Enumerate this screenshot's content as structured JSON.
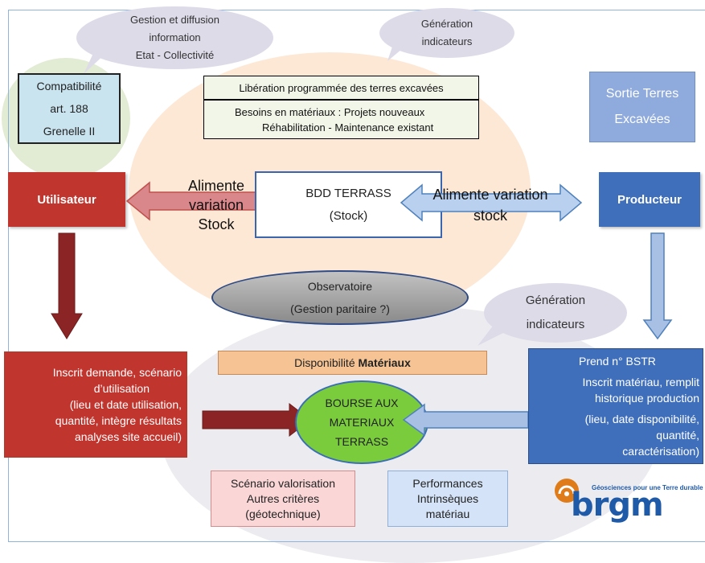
{
  "bubbles": {
    "gestion_line1": "Gestion et diffusion",
    "gestion_line2": "information",
    "gestion_line3": "Etat - Collectivité",
    "generation_top_line1": "Génération",
    "generation_top_line2": "indicateurs",
    "generation_mid_line1": "Génération",
    "generation_mid_line2": "indicateurs"
  },
  "compatibilite": {
    "line1": "Compatibilité",
    "line2": "art. 188",
    "line3": "Grenelle II"
  },
  "liberation": "Libération programmée des terres excavées",
  "besoins": {
    "line1": "Besoins en matériaux : Projets nouveaux",
    "line2": "Réhabilitation - Maintenance existant"
  },
  "sortie": {
    "line1": "Sortie Terres",
    "line2": "Excavées"
  },
  "utilisateur": "Utilisateur",
  "producteur": "Producteur",
  "bdd": {
    "line1": "BDD TERRASS",
    "line2": "(Stock)"
  },
  "alimente_left": {
    "line1": "Alimente",
    "line2": "variation",
    "line3": "Stock"
  },
  "alimente_right": {
    "line1": "Alimente variation",
    "line2": "stock"
  },
  "observatoire": {
    "line1": "Observatoire",
    "line2": "(Gestion paritaire ?)"
  },
  "disponibilite": {
    "prefix": "Disponibilité ",
    "bold": "Matériaux"
  },
  "bourse": {
    "line1": "BOURSE AUX",
    "line2": "MATERIAUX",
    "line3": "TERRASS"
  },
  "inscrit": {
    "line1": "Inscrit demande, scénario",
    "line2": "d’utilisation",
    "line3": "(lieu et date utilisation,",
    "line4": "quantité, intègre résultats",
    "line5": "analyses site accueil)"
  },
  "prend": {
    "line1": "Prend n° BSTR",
    "line2": "Inscrit matériau, remplit",
    "line3": "historique production",
    "line4": "(lieu, date disponibilité,",
    "line5": "quantité,",
    "line6": "caractérisation)"
  },
  "scenario": {
    "line1": "Scénario valorisation",
    "line2": "Autres critères",
    "line3": "(géotechnique)"
  },
  "performances": {
    "line1": "Performances",
    "line2": "Intrinsèques",
    "line3": "matériau"
  },
  "logo": {
    "tagline": "Géosciences pour une Terre durable",
    "word": "brgm"
  },
  "colors": {
    "red": "#c0352e",
    "dark_red": "#8b2525",
    "blue": "#3f6fba",
    "light_blue": "#8faadc",
    "peach": "#fde4cf",
    "green": "#7acc3c",
    "bubble": "#dedbe9"
  }
}
